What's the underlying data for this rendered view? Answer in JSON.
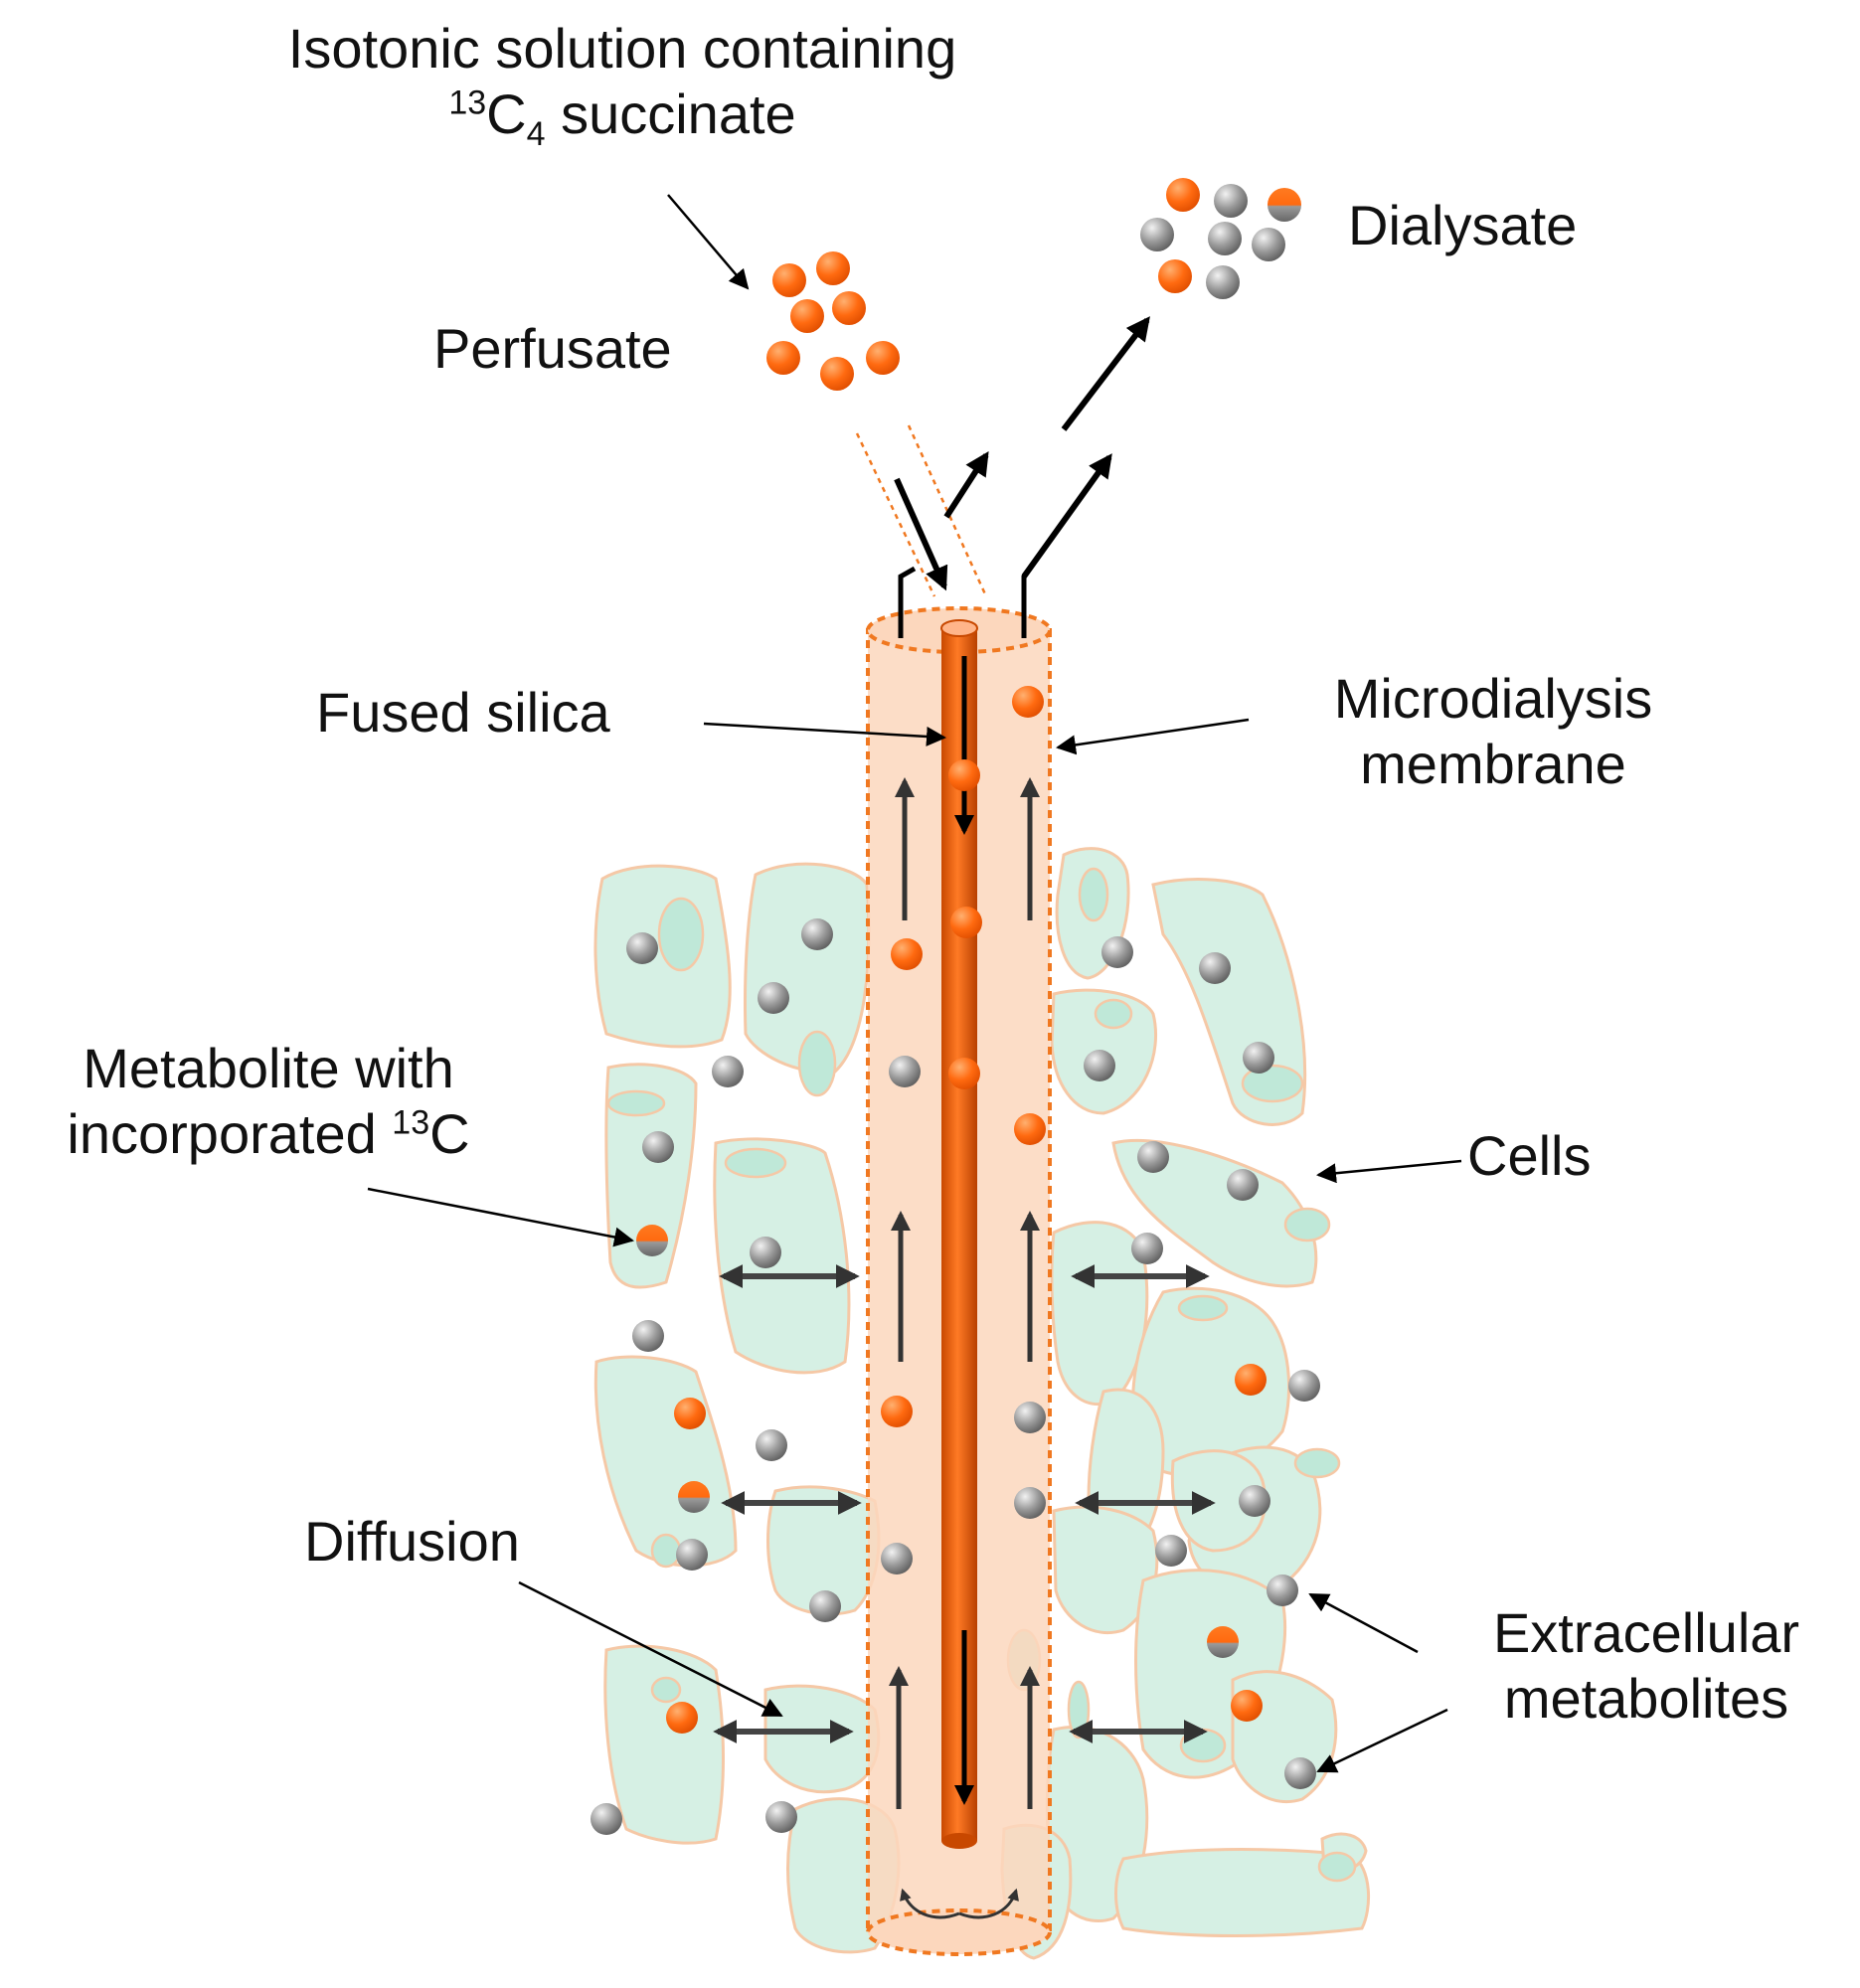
{
  "labels": {
    "isotonic_line1": "Isotonic solution containing",
    "isotonic_sup": "13",
    "isotonic_c": "C",
    "isotonic_sub": "4",
    "isotonic_rest": " succinate",
    "perfusate": "Perfusate",
    "dialysate": "Dialysate",
    "fused_silica": "Fused silica",
    "microdialysis_line1": "Microdialysis",
    "microdialysis_line2": "membrane",
    "metabolite_line1": "Metabolite with",
    "metabolite_line2a": "incorporated ",
    "metabolite_sup": "13",
    "metabolite_c": "C",
    "cells": "Cells",
    "diffusion": "Diffusion",
    "extracellular_line1": "Extracellular",
    "extracellular_line2": "metabolites"
  },
  "colors": {
    "orange_dot": "#ff6a10",
    "grey_dot": "#8a8a8a",
    "membrane_fill": "#fcd7bd",
    "membrane_border": "#f07820",
    "silica": "#e85a10",
    "cell_fill": "#d6f0e4",
    "cell_border": "#f5c8a6",
    "arrow": "#333333"
  }
}
